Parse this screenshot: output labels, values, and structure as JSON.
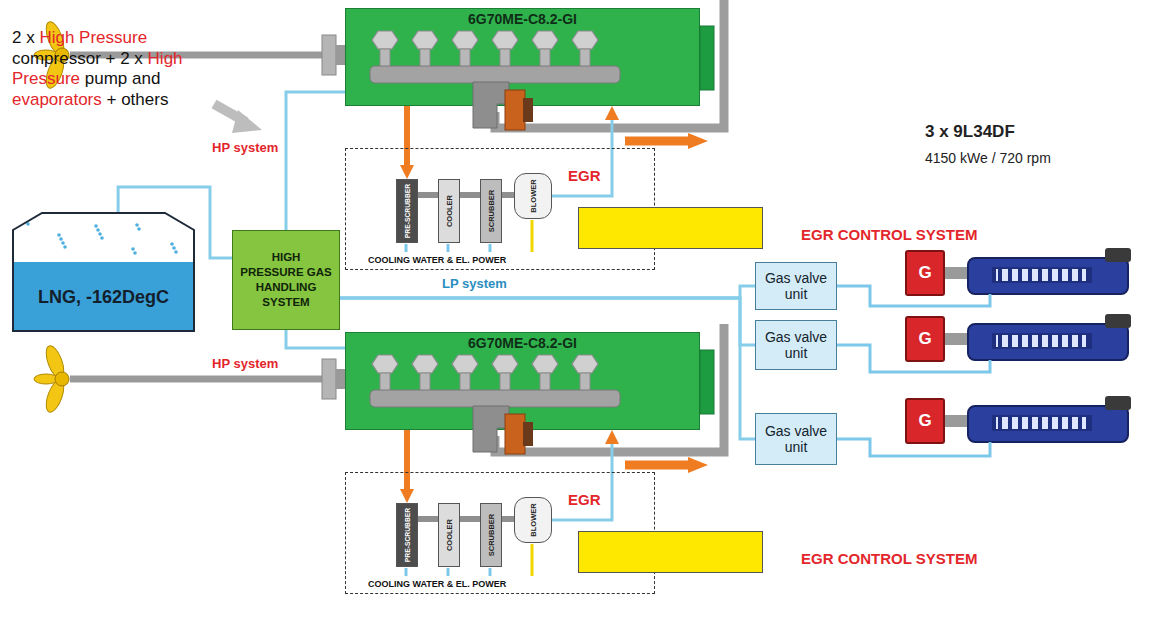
{
  "diagram": {
    "nodes": [
      {
        "text": [
          "6G70ME-C8.2-GI"
        ]
      },
      {
        "text": [
          "EGR",
          "COOLING WATER & EL. POWER"
        ]
      },
      {
        "text": [
          "PRE-SCRUBBER"
        ],
        "in": 1
      },
      {
        "text": [
          "COOLER"
        ],
        "in": 1
      },
      {
        "text": [
          "SCRUBBER"
        ],
        "in": 1
      },
      {
        "text": [
          "BLOWER"
        ],
        "in": 1
      },
      {
        "text": [
          "EGR CONTROL SYSTEM"
        ],
        "in": 1
      },
      {
        "text": [
          "LNG, -162DegC"
        ]
      },
      {
        "text": [
          "HIGH PRESSURE GAS HANDLING SYSTEM"
        ]
      },
      {
        "text": [
          "6G70ME-C8.2-GI"
        ]
      },
      {
        "text": [
          "EGR",
          "COOLING WATER & EL. POWER"
        ]
      },
      {
        "text": [
          "PRE-SCRUBBER"
        ],
        "in": 10
      },
      {
        "text": [
          "COOLER"
        ],
        "in": 10
      },
      {
        "text": [
          "SCRUBBER"
        ],
        "in": 10
      },
      {
        "text": [
          "BLOWER"
        ],
        "in": 10
      },
      {
        "text": [
          "EGR CONTROL SYSTEM"
        ],
        "in": 10
      },
      {
        "text": [
          "Gas valve unit"
        ]
      },
      {
        "text": [
          "Gas valve unit"
        ]
      },
      {
        "text": [
          "Gas valve unit"
        ]
      },
      {
        "text": [
          "G"
        ]
      },
      {
        "text": [
          "G"
        ]
      },
      {
        "text": [
          "G"
        ]
      }
    ],
    "edges": [
      {
        "from": 7,
        "to": 8,
        "arrow": "none"
      },
      {
        "from": 8,
        "to": 0,
        "arrow": "none"
      },
      {
        "from": 8,
        "to": 9,
        "arrow": "none"
      },
      {
        "from": 8,
        "to": 16,
        "arrow": "none"
      },
      {
        "from": 8,
        "to": 17,
        "arrow": "none"
      },
      {
        "from": 8,
        "to": 18,
        "arrow": "none"
      },
      {
        "from": 0,
        "to": 2,
        "arrow": "to"
      },
      {
        "from": 2,
        "to": 3,
        "arrow": "none"
      },
      {
        "from": 3,
        "to": 4,
        "arrow": "none"
      },
      {
        "from": 4,
        "to": 5,
        "arrow": "none"
      },
      {
        "from": 5,
        "to": 0,
        "arrow": "to"
      },
      {
        "from": 9,
        "to": 11,
        "arrow": "to"
      },
      {
        "from": 11,
        "to": 12,
        "arrow": "none"
      },
      {
        "from": 12,
        "to": 13,
        "arrow": "none"
      },
      {
        "from": 13,
        "to": 14,
        "arrow": "none"
      },
      {
        "from": 14,
        "to": 9,
        "arrow": "to"
      }
    ],
    "labels": [
      "2 x",
      "High Pressure",
      "compressor + 2 x",
      "High Pressure",
      "pump and",
      "evaporators",
      "+ others",
      "HP system",
      "HP system",
      "LP system",
      "3 x 9L34DF",
      "4150 kWe / 720 rpm"
    ]
  }
}
